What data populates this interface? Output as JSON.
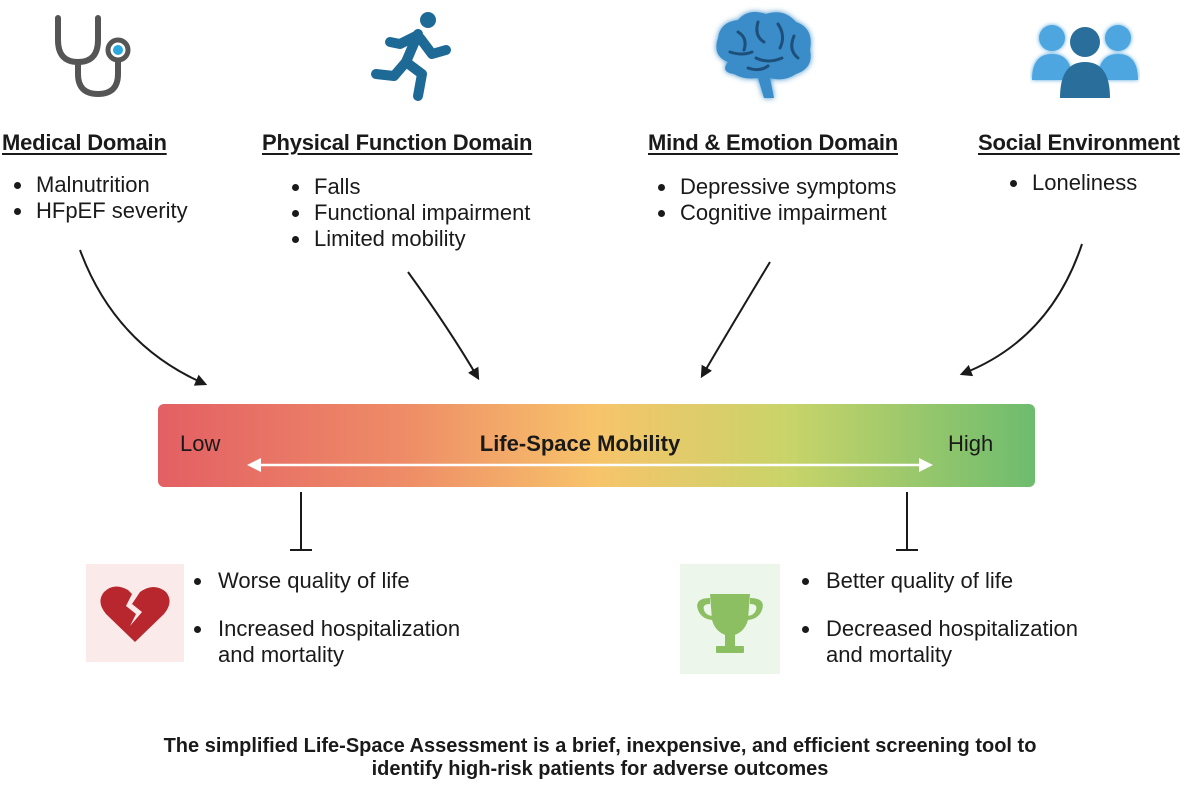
{
  "domains": [
    {
      "title": "Medical Domain",
      "icon": "stethoscope-icon",
      "items": [
        "Malnutrition",
        "HFpEF severity"
      ]
    },
    {
      "title": "Physical Function Domain",
      "icon": "running-person-icon",
      "items": [
        "Falls",
        "Functional impairment",
        "Limited mobility"
      ]
    },
    {
      "title": "Mind & Emotion Domain",
      "icon": "brain-icon",
      "items": [
        "Depressive symptoms",
        "Cognitive impairment"
      ]
    },
    {
      "title": "Social Environment",
      "icon": "people-group-icon",
      "items": [
        "Loneliness"
      ]
    }
  ],
  "mobility_bar": {
    "title": "Life-Space Mobility",
    "low_label": "Low",
    "high_label": "High",
    "colors": [
      "#e35f64",
      "#f7c46a",
      "#6dbc6e"
    ]
  },
  "outcomes": {
    "low": {
      "icon": "broken-heart-icon",
      "items": [
        "Worse quality of life",
        "Increased hospitalization\nand mortality"
      ]
    },
    "high": {
      "icon": "trophy-icon",
      "items": [
        "Better quality of life",
        "Decreased hospitalization\nand mortality"
      ]
    }
  },
  "caption": "The simplified Life-Space Assessment is a brief, inexpensive, and efficient screening tool to identify high-risk patients for adverse outcomes"
}
